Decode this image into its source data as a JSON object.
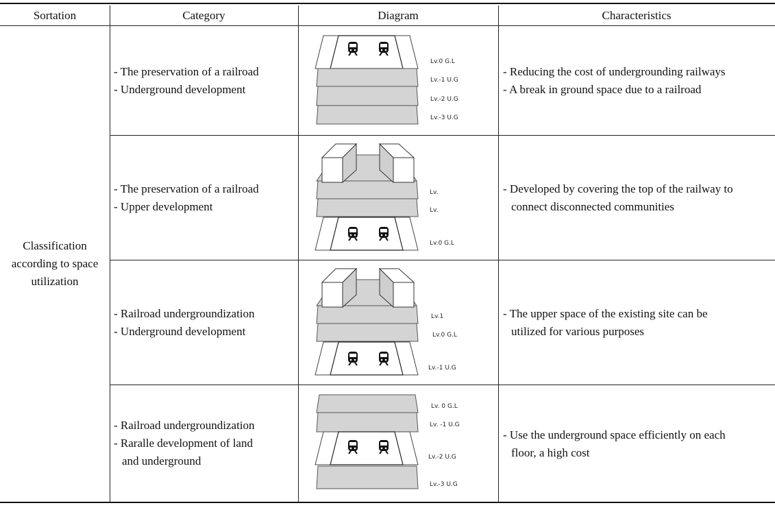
{
  "headers": {
    "sortation": "Sortation",
    "category": "Category",
    "diagram": "Diagram",
    "characteristics": "Characteristics"
  },
  "sortation_value": [
    "Classification",
    "according to space",
    "utilization"
  ],
  "rows": [
    {
      "category": [
        "- The preservation of a railroad",
        "- Underground development"
      ],
      "characteristics": [
        "- Reducing the cost of undergrounding railways",
        "- A break in ground space due to a railroad"
      ],
      "levels": [
        "Lv.0  G.L",
        "Lv.-1 U.G",
        "Lv.-2 U.G",
        "Lv.-3 U.G"
      ]
    },
    {
      "category": [
        "- The preservation of a railroad",
        "- Upper development"
      ],
      "characteristics": [
        "- Developed by covering the top of the railway to",
        "connect disconnected communities"
      ],
      "levels": [
        "Lv.",
        "Lv.",
        "Lv.0  G.L"
      ]
    },
    {
      "category": [
        "- Railroad undergroundization",
        "- Underground development"
      ],
      "characteristics": [
        "- The upper space of the existing site can be",
        "utilized for various purposes"
      ],
      "levels": [
        "Lv.1",
        "Lv.0 G.L",
        "Lv.-1  U.G"
      ]
    },
    {
      "category": [
        "- Railroad undergroundization",
        "- Raralle development of land",
        "and underground"
      ],
      "characteristics": [
        "- Use the underground space efficiently on each",
        "floor, a high cost"
      ],
      "levels": [
        "Lv. 0 G.L",
        "Lv. -1 U.G",
        "Lv.-2 U.G",
        "Lv.-3 U.G"
      ]
    }
  ],
  "icons": {
    "train": "train-icon",
    "building": "building-block-icon",
    "slab": "floor-slab-icon",
    "track": "track-level-icon"
  },
  "colors": {
    "slab_fill": "#d4d4d4",
    "slab_stroke": "#555555",
    "block_side": "#cfcfcf",
    "line": "#222222"
  }
}
